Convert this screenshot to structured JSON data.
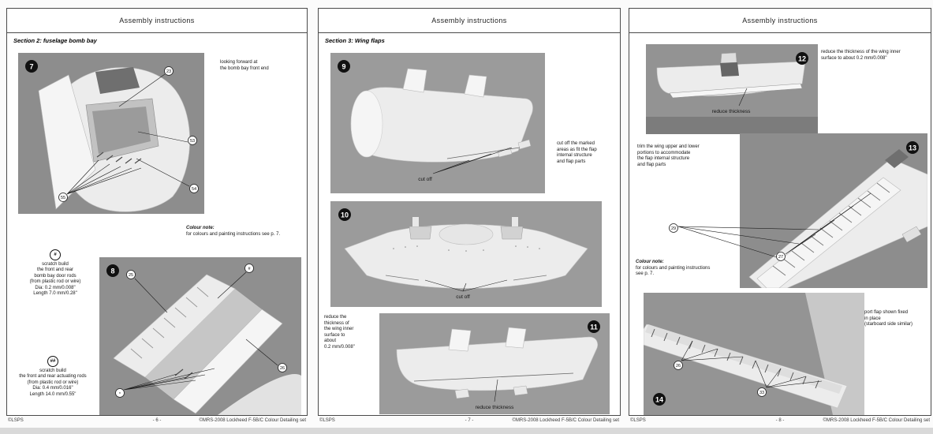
{
  "app": {
    "background": "#fbfbfb",
    "page_border": "#4a4a4a",
    "photo_gray": "#909090",
    "strip_color": "#d9d9d9"
  },
  "pages": [
    {
      "header": "Assembly instructions",
      "section_title": "Section 2: fuselage bomb bay",
      "fig7": {
        "num": "7",
        "note": "looking forward at\nthe bomb bay front end",
        "callouts": [
          "23",
          "53",
          "54",
          "55"
        ]
      },
      "colour_note": {
        "title": "Colour note:",
        "body": "for colours and painting instructions see p. 7."
      },
      "rod_note_1": {
        "symbol": "#",
        "text": "scratch build\nthe front and rear\nbomb bay door rods\n(from plastic rod or wire)\nDia: 0.2 mm/0.008\"\nLength 7.0 mm/0.28\""
      },
      "fig8": {
        "num": "8",
        "callouts": [
          "25",
          "#",
          "26",
          "*"
        ]
      },
      "rod_note_2": {
        "symbol": "##",
        "text": "scratch build\nthe front and rear actuating rods\n(from plastic rod or wire)\nDia: 0.4 mm/0.016\"\nLength 14.0 mm/0.55\""
      },
      "footer": {
        "left": "©LSPS",
        "page": "- 6 -",
        "right": "©MRS-2008 Lockheed F-5B/C Colour Detailing set"
      }
    },
    {
      "header": "Assembly instructions",
      "section_title": "Section 3: Wing flaps",
      "fig9": {
        "num": "9",
        "label": "cut off"
      },
      "note_cut": "cut off the marked\nareas as fit the flap\ninternal structure\nand flap parts",
      "fig10": {
        "num": "10",
        "label": "cut off"
      },
      "fig11": {
        "num": "11",
        "label": "reduce thickness"
      },
      "note_reduce": "reduce the\nthickness of\nthe wing inner\nsurface to\nabout\n0.2 mm/0.008\"",
      "footer": {
        "left": "©LSPS",
        "page": "- 7 -",
        "right": "©MRS-2008 Lockheed F-5B/C Colour Detailing set"
      }
    },
    {
      "header": "Assembly instructions",
      "fig12": {
        "num": "12",
        "label": "reduce thickness"
      },
      "note_reduce": "reduce the thickness of the wing inner\nsurface to about 0.2 mm/0.008\"",
      "note_trim": "trim the wing upper and lower\nportions to accommodate\nthe flap internal structure\nand flap parts",
      "fig13": {
        "num": "13",
        "callouts": [
          "29",
          "27"
        ]
      },
      "colour_note": {
        "title": "Colour note:",
        "body": "for colours and painting instructions\nsee p. 7."
      },
      "fig14": {
        "num": "14",
        "callouts": [
          "26",
          "33"
        ]
      },
      "note_flap": "port flap shown fixed\nin place\n(starboard side similar)",
      "footer": {
        "left": "©LSPS",
        "page": "- 8 -",
        "right": "©MRS-2008 Lockheed F-5B/C Colour Detailing set"
      }
    }
  ]
}
